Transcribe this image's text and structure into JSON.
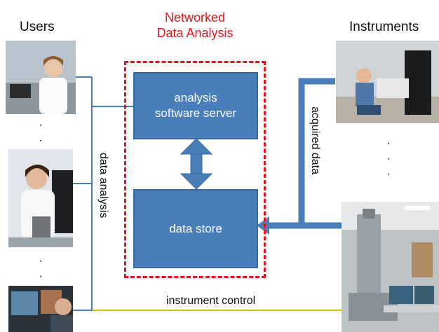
{
  "title": {
    "line1": "Networked",
    "line2": "Data Analysis"
  },
  "columns": {
    "users": "Users",
    "instruments": "Instruments"
  },
  "boxes": {
    "server_line1": "analysis",
    "server_line2": "software server",
    "store": "data store"
  },
  "connectors": {
    "data_analysis": "data analysis",
    "acquired_data": "acquired data",
    "instrument_control": "instrument control"
  },
  "ellipsis": ".\n.\n.",
  "colors": {
    "box": "#4a7ebb",
    "dashed": "#e8141b",
    "title": "#e8141b",
    "blue_line": "#4a7ebb",
    "yellow_line": "#d8b800"
  },
  "icons": [
    "user-photo-lab",
    "user-photo-microscope",
    "user-photo-monitors",
    "instrument-photo-operator",
    "instrument-photo-microscope"
  ]
}
